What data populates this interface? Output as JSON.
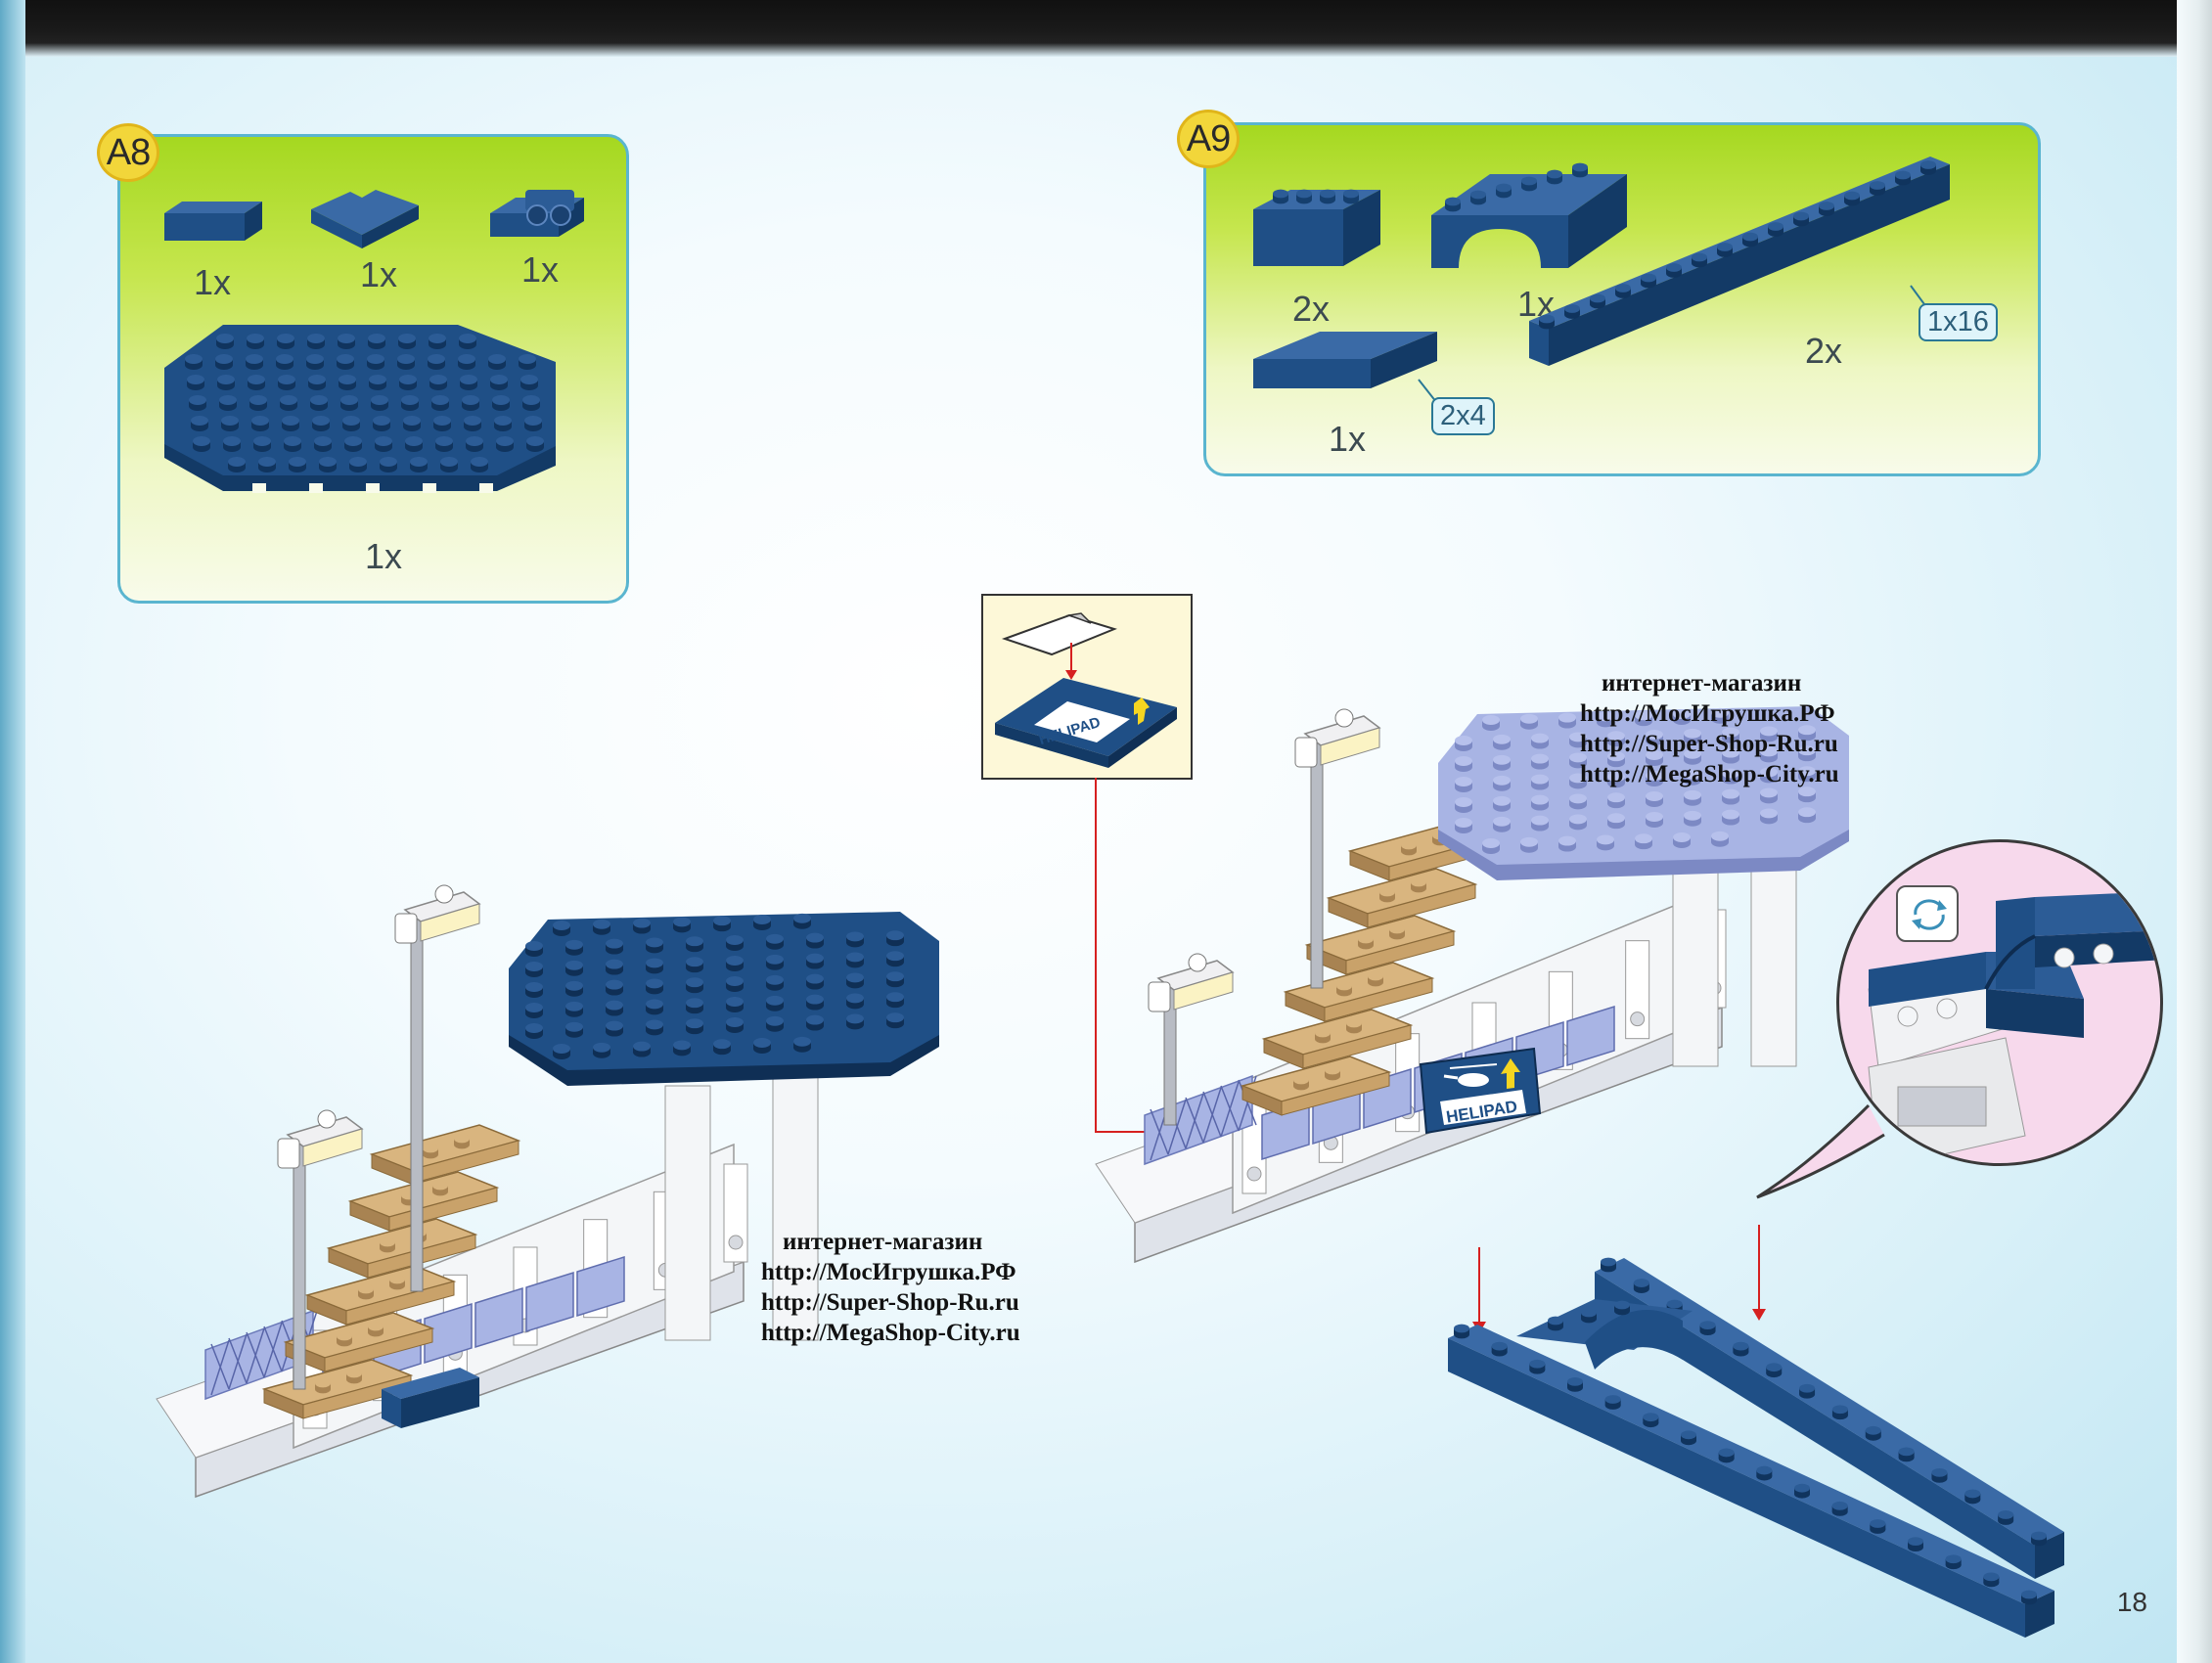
{
  "steps": [
    {
      "label": "A8",
      "parts": [
        {
          "name": "brick-1x4-flat",
          "qty": "1x"
        },
        {
          "name": "corner-plate",
          "qty": "1x"
        },
        {
          "name": "plate-with-clips",
          "qty": "1x"
        },
        {
          "name": "octagon-plate",
          "qty": "1x"
        }
      ]
    },
    {
      "label": "A9",
      "parts": [
        {
          "name": "brick-1x4",
          "qty": "2x"
        },
        {
          "name": "arch-brick",
          "qty": "1x"
        },
        {
          "name": "tile-2x4",
          "qty": "1x",
          "size": "2x4"
        },
        {
          "name": "brick-1x16",
          "qty": "2x",
          "size": "1x16"
        }
      ]
    }
  ],
  "sticker": {
    "text": "HELIPAD"
  },
  "watermarks": [
    {
      "lines": [
        "интернет-магазин",
        "http://МосИгрушка.РФ",
        "http://Super-Shop-Ru.ru",
        "http://MegaShop-City.ru"
      ]
    },
    {
      "lines": [
        "интернет-магазин",
        "http://МосИгрушка.РФ",
        "http://Super-Shop-Ru.ru",
        "http://MegaShop-City.ru"
      ]
    }
  ],
  "page_number": "18",
  "colors": {
    "brick_blue": "#1f4f86",
    "brick_blue_dark": "#133a66",
    "lavender": "#a8b4e4",
    "tan": "#c9a26a",
    "white_brick": "#f4f6f8",
    "panel_border": "#5ab5cf",
    "badge_yellow": "#f2d63a",
    "arrow_red": "#d62020"
  },
  "icons": [
    "rotate-icon",
    "helicopter-icon",
    "up-arrow-icon"
  ]
}
